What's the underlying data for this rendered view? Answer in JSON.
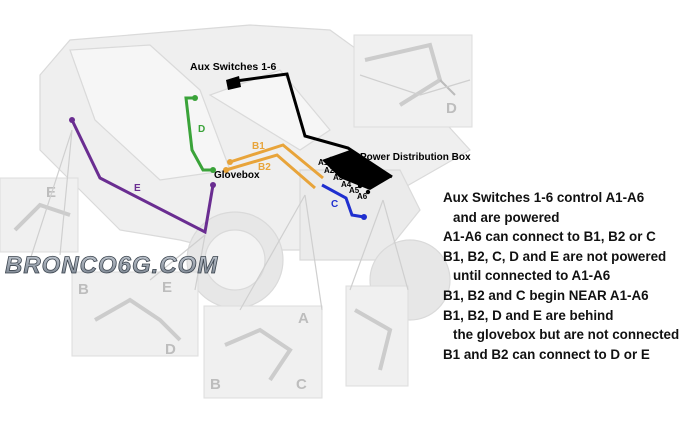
{
  "labels": {
    "aux_switches": "Aux Switches 1-6",
    "power_distribution_box": "Power Distribution Box",
    "glovebox": "Glovebox",
    "d_top": "D",
    "b1": "B1",
    "b2": "B2",
    "e": "E",
    "c": "C",
    "a1": "A1",
    "a2": "A2",
    "a3": "A3",
    "a4": "A4",
    "a5": "A5",
    "a6": "A6",
    "inset_e": "E",
    "inset_d_top": "D",
    "inset_b_left": "B",
    "inset_e_left": "E",
    "inset_d_left": "D",
    "inset_a": "A",
    "inset_b_bottom": "B",
    "inset_c": "C"
  },
  "notes": [
    "Aux Switches 1-6 control A1-A6",
    "and are powered",
    "A1-A6 can connect to B1, B2 or C",
    "B1, B2, C, D and E are not powered",
    "until connected to A1-A6",
    "B1, B2 and C begin NEAR A1-A6",
    "B1, B2, D and E are behind",
    "the glovebox but are not connected",
    "B1 and B2 can connect to D or E"
  ],
  "watermark": "BRONCO6G.COM",
  "colors": {
    "aux_wire": "#000000",
    "d_wire": "#3aa339",
    "e_wire": "#6a2d91",
    "b_wire": "#e8a43a",
    "c_wire": "#1f2fcf",
    "inset_bg": "#efefef"
  }
}
